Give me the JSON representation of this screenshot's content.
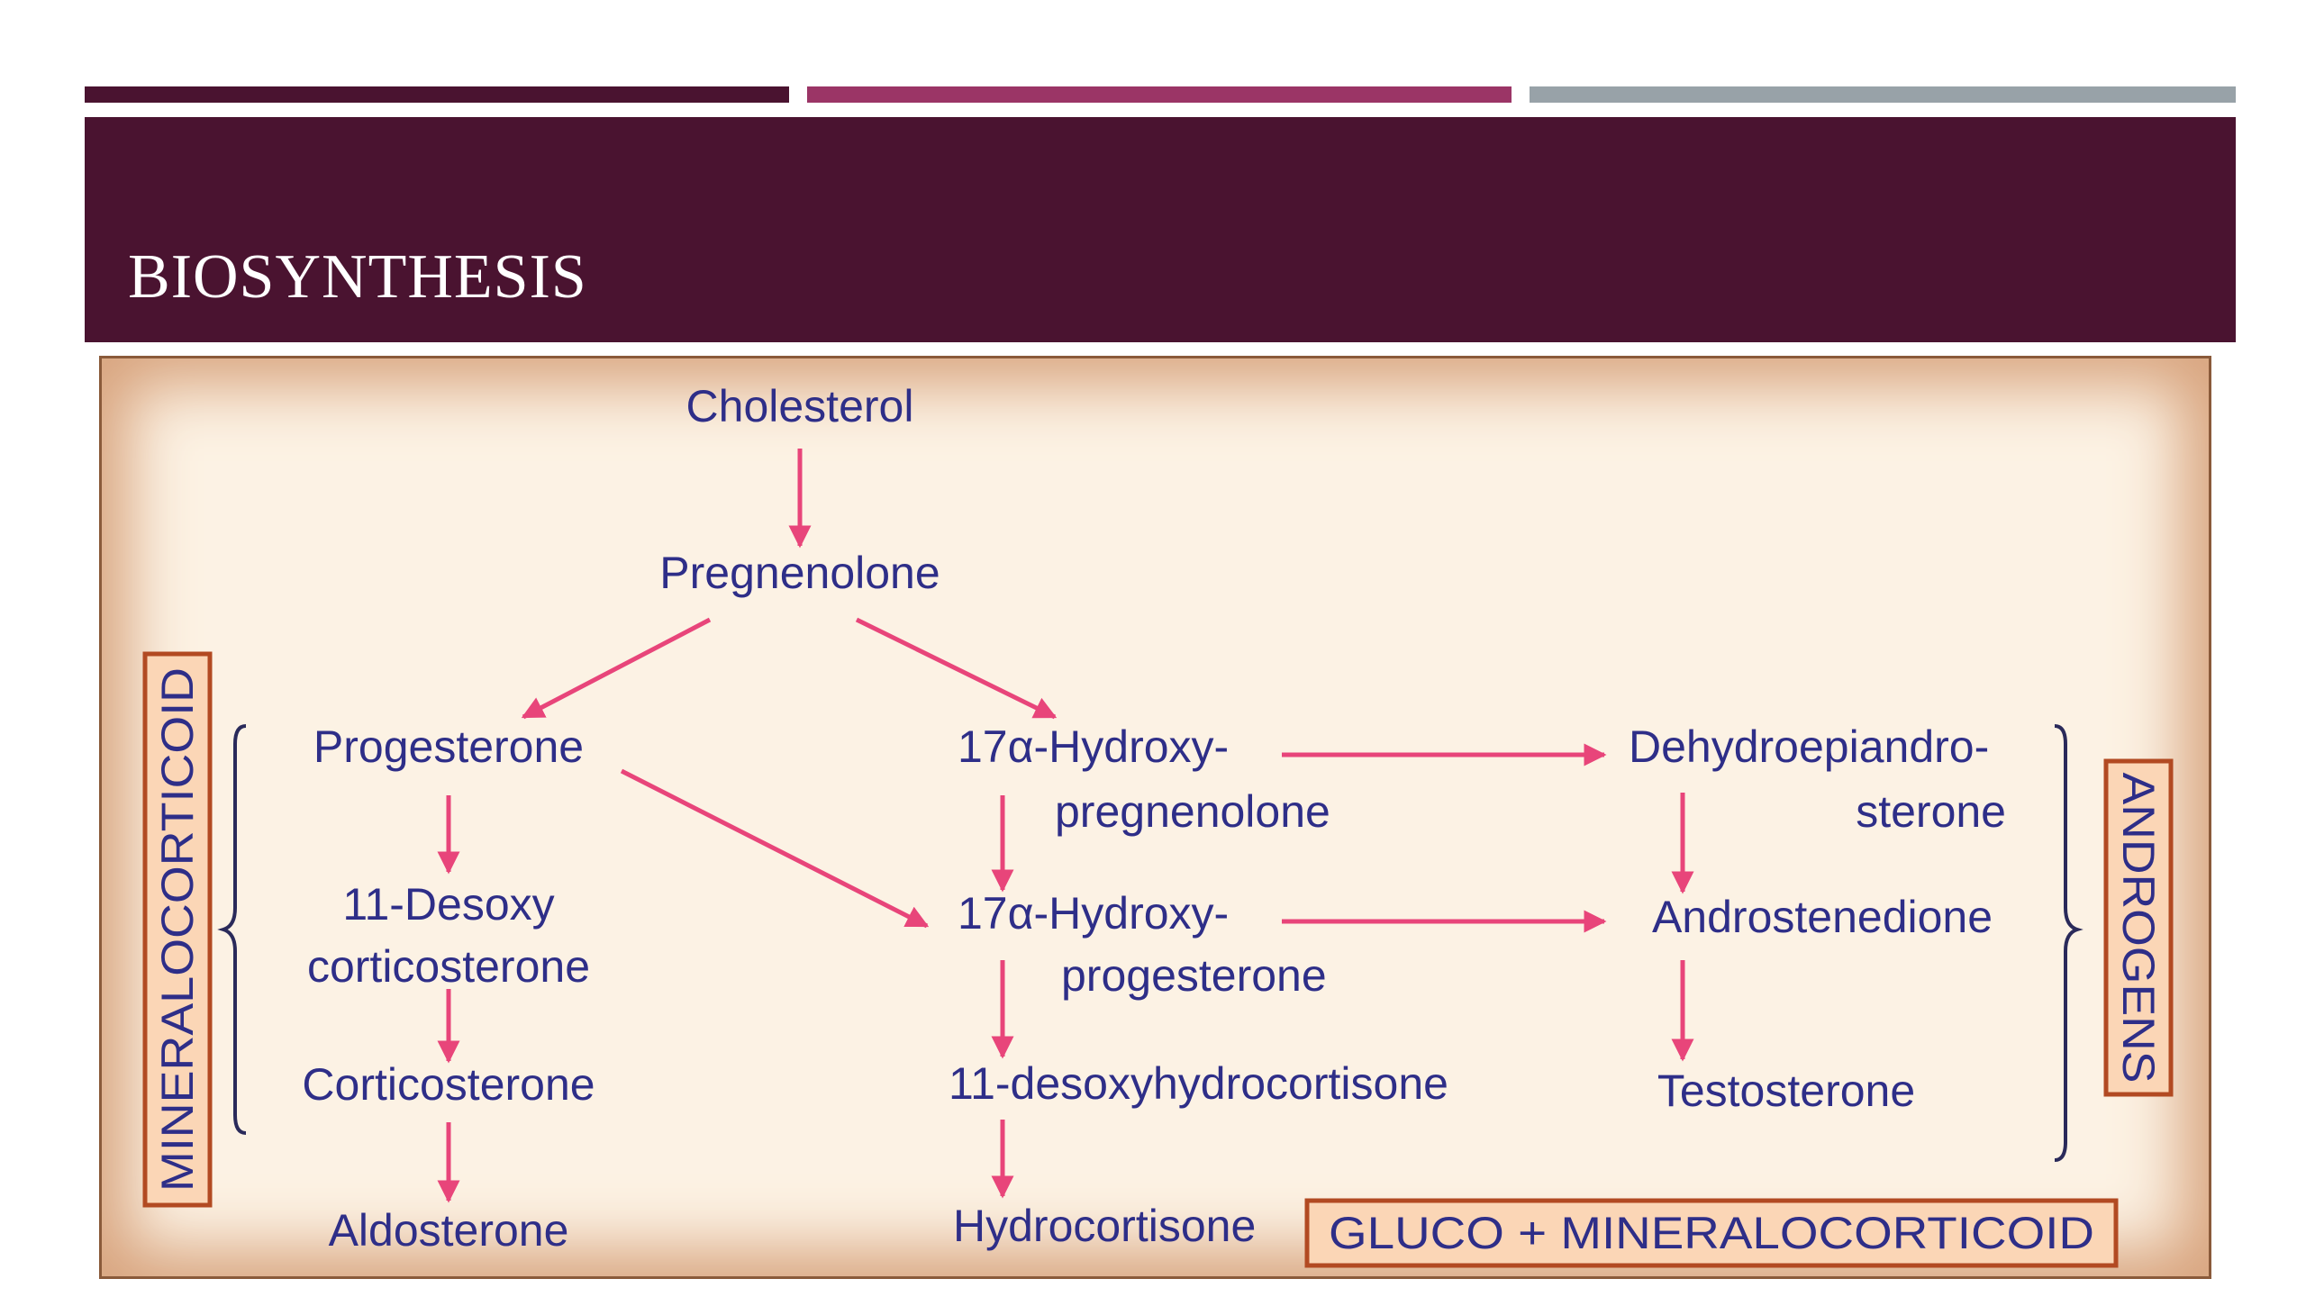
{
  "slide": {
    "title": "BIOSYNTHESIS",
    "colors": {
      "bar1": "#4a1330",
      "bar2": "#9b3566",
      "bar3": "#98a2a8",
      "title_band": "#4a1330",
      "arrow": "#e8457a",
      "node_text": "#2e2e88"
    }
  },
  "diagram": {
    "nodes": {
      "cholesterol": "Cholesterol",
      "pregnenolone": "Pregnenolone",
      "progesterone": "Progesterone",
      "hydroxy_pregnenolone_1": "17α-Hydroxy-",
      "hydroxy_pregnenolone_2": "pregnenolone",
      "dhea_1": "Dehydroepiandro-",
      "dhea_2": "sterone",
      "desoxycorticosterone_1": "11-Desoxy",
      "desoxycorticosterone_2": "corticosterone",
      "hydroxy_progesterone_1": "17α-Hydroxy-",
      "hydroxy_progesterone_2": "progesterone",
      "androstenedione": "Androstenedione",
      "corticosterone": "Corticosterone",
      "desoxyhydrocortisone": "11-desoxyhydrocortisone",
      "testosterone": "Testosterone",
      "aldosterone": "Aldosterone",
      "hydrocortisone": "Hydrocortisone"
    },
    "group_labels": {
      "mineralocorticoid": "MINERALOCORTICOID",
      "androgens": "ANDROGENS",
      "gluco_mineralocorticoid": "GLUCO + MINERALOCORTICOID"
    }
  }
}
